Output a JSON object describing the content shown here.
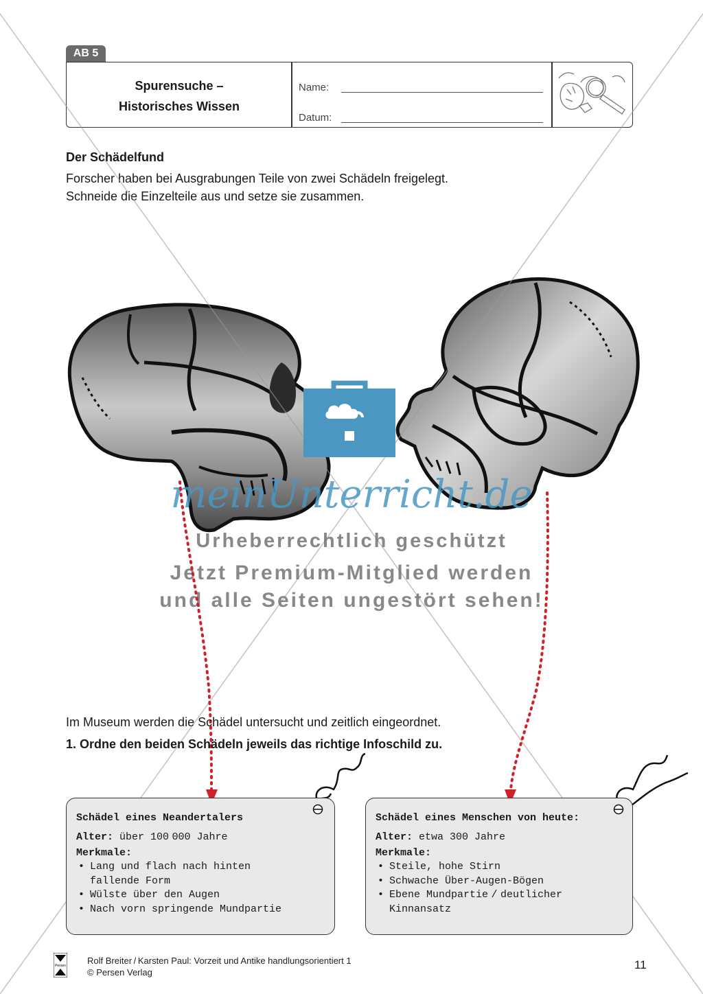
{
  "header": {
    "tag": "AB 5",
    "title_line1": "Spurensuche –",
    "title_line2": "Historisches Wissen",
    "name_label": "Name:",
    "date_label": "Datum:"
  },
  "intro": {
    "heading": "Der Schädelfund",
    "line1": "Forscher haben bei Ausgrabungen Teile von zwei Schädeln freigelegt.",
    "line2": "Schneide die Einzelteile aus und setze sie zusammen."
  },
  "watermark": {
    "brand": "meinUnterricht.de",
    "line1": "Urheberrechtlich geschützt",
    "line2": "Jetzt Premium-Mitglied werden",
    "line3": "und alle Seiten ungestört sehen!"
  },
  "museum": {
    "text": "Im Museum werden die Schädel untersucht und zeitlich eingeordnet.",
    "task": "1. Ordne den beiden Schädeln jeweils das richtige Infoschild zu."
  },
  "cards": [
    {
      "title": "Schädel eines Neandertalers",
      "age_label": "Alter:",
      "age_value": "über 100 000 Jahre",
      "features_label": "Merkmale:",
      "features": [
        "Lang und flach nach hinten",
        "Wülste über den Augen",
        "Nach vorn springende Mundpartie"
      ],
      "feature_cont": "fallende Form"
    },
    {
      "title": "Schädel eines Menschen von heute:",
      "age_label": "Alter:",
      "age_value": "etwa 300 Jahre",
      "features_label": "Merkmale:",
      "features": [
        "Steile, hohe Stirn",
        "Schwache Über-Augen-Bögen",
        "Ebene Mundpartie / deutlicher"
      ],
      "feature_cont": "Kinnansatz"
    }
  ],
  "footer": {
    "publisher_logo": "Persen",
    "line1": "Rolf Breiter / Karsten Paul: Vorzeit und Antike handlungsorientiert 1",
    "line2": "© Persen Verlag",
    "page_number": "11"
  },
  "colors": {
    "arrow": "#d0202a",
    "watermark_blue": "#4a98c2",
    "card_fill": "#e9e9e9"
  }
}
